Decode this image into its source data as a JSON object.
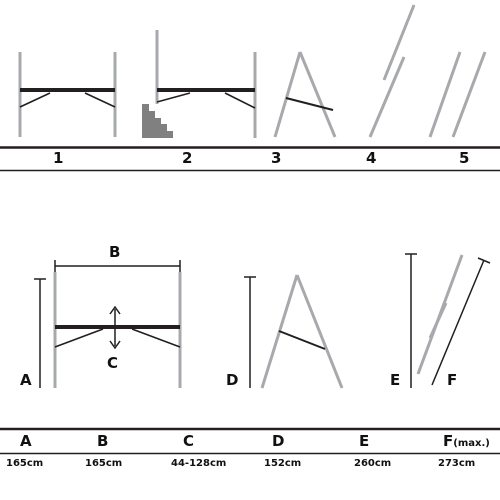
{
  "positions": {
    "labels": [
      "1",
      "2",
      "3",
      "4",
      "5"
    ]
  },
  "dimensions": {
    "marker_A": "A",
    "marker_B": "B",
    "marker_C": "C",
    "marker_D": "D",
    "marker_E": "E",
    "marker_F": "F",
    "headers": [
      "A",
      "B",
      "C",
      "D",
      "E",
      "F"
    ],
    "header_F_suffix": "(max.)",
    "values": [
      "165cm",
      "165cm",
      "44-128cm",
      "152cm",
      "260cm",
      "273cm"
    ]
  },
  "colors": {
    "rail": "#a7a9ac",
    "ink": "#231f20",
    "stair": "#808080"
  }
}
